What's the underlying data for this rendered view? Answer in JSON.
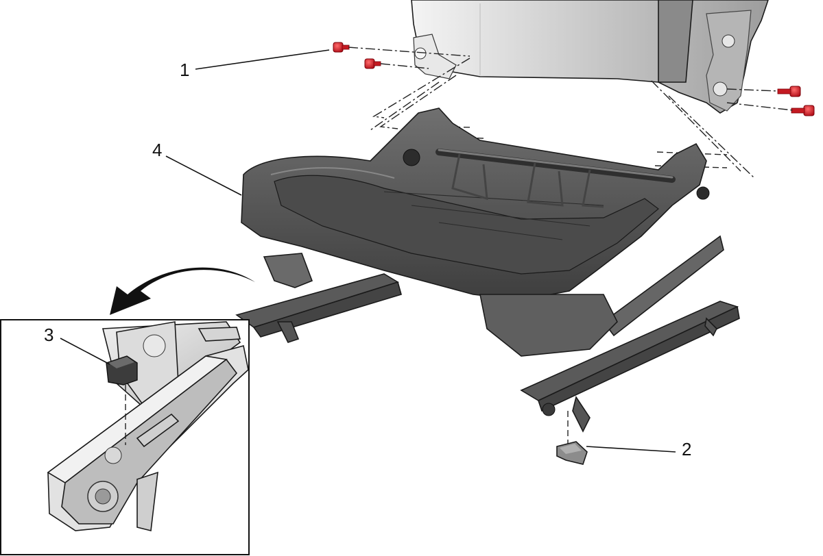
{
  "diagram": {
    "callouts": [
      {
        "id": "1",
        "label": "1",
        "part": "seat-back-bolts"
      },
      {
        "id": "2",
        "label": "2",
        "part": "track-cover-clip"
      },
      {
        "id": "3",
        "label": "3",
        "part": "track-end-cap"
      },
      {
        "id": "4",
        "label": "4",
        "part": "seat-cushion-frame"
      }
    ],
    "colors": {
      "frame": "#595959",
      "frame_dark": "#3a3a3a",
      "seatback": "#d9d9d9",
      "bolt": "#e0202a",
      "inset_part": "#cfcfcf"
    },
    "icons": [
      "rotation-arrow-icon"
    ]
  }
}
